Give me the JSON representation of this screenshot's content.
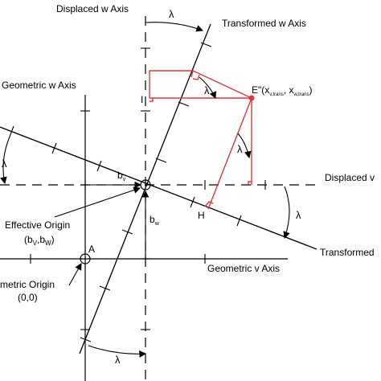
{
  "labels": {
    "displaced_w_axis": "Displaced w Axis",
    "transformed_w_axis": "Transformed w Axis",
    "geometric_w_axis": "Geometric w Axis",
    "displaced_v_axis": "Displaced v",
    "transformed_v_axis": "Transformed",
    "geometric_v_axis": "Geometric v Axis",
    "effective_origin": "Effective Origin",
    "effective_origin_coords": "(b",
    "effective_origin_coords_sub1": "V",
    "effective_origin_coords_mid": ",b",
    "effective_origin_coords_sub2": "W",
    "effective_origin_coords_end": ")",
    "geometric_origin": "metric Origin",
    "geometric_origin_coords": "(0,0)",
    "point_a": "A",
    "point_h": "H",
    "point_i": "I",
    "point_e_main": "E\"(x",
    "point_e_sub1": "v,trans",
    "point_e_mid": ", x",
    "point_e_sub2": "w,trans",
    "point_e_end": ")",
    "bv_main": "b",
    "bv_sub": "v",
    "bw_main": "b",
    "bw_sub": "w",
    "lambda": "λ"
  },
  "colors": {
    "lines": "#000000",
    "construction": "#e0363b",
    "point_e": "#e0363b"
  }
}
